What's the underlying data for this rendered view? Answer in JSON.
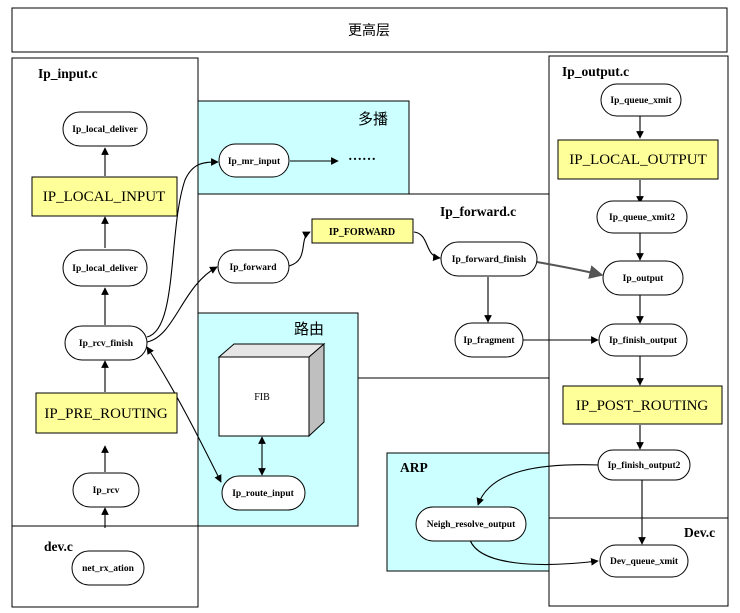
{
  "top_layer": "更高层",
  "regions": {
    "ip_input": "Ip_input.c",
    "ip_output": "Ip_output.c",
    "ip_forward": "Ip_forward.c",
    "multicast": "多播",
    "routing": "路由",
    "arp": "ARP",
    "dev_left": "dev.c",
    "dev_right": "Dev.c"
  },
  "nodes": {
    "ip_local_deliver_top": "Ip_local_deliver",
    "ip_local_input": "IP_LOCAL_INPUT",
    "ip_local_deliver": "Ip_local_deliver",
    "ip_rcv_finish": "Ip_rcv_finish",
    "ip_pre_routing": "IP_PRE_ROUTING",
    "ip_rcv": "Ip_rcv",
    "net_rx_action": "net_rx_ation",
    "ip_mr_input": "Ip_mr_input",
    "ellipsis": "……",
    "ip_forward": "Ip_forward",
    "ip_forward_hook": "IP_FORWARD",
    "ip_forward_finish": "Ip_forward_finish",
    "ip_fragment": "Ip_fragment",
    "fib": "FIB",
    "ip_route_input": "Ip_route_input",
    "ip_queue_xmit": "Ip_queue_xmit",
    "ip_local_output": "IP_LOCAL_OUTPUT",
    "ip_queue_xmit2": "Ip_queue_xmit2",
    "ip_output": "Ip_output",
    "ip_finish_output": "Ip_finish_output",
    "ip_post_routing": "IP_POST_ROUTING",
    "ip_finish_output2": "Ip_finish_output2",
    "neigh_resolve_output": "Neigh_resolve_output",
    "dev_queue_xmit": "Dev_queue_xmit"
  },
  "colors": {
    "hook_fill": "#ffff99",
    "region_fill": "#ccffff",
    "fib_side": "#bfbfbf",
    "fib_top": "#e6e6e6"
  }
}
